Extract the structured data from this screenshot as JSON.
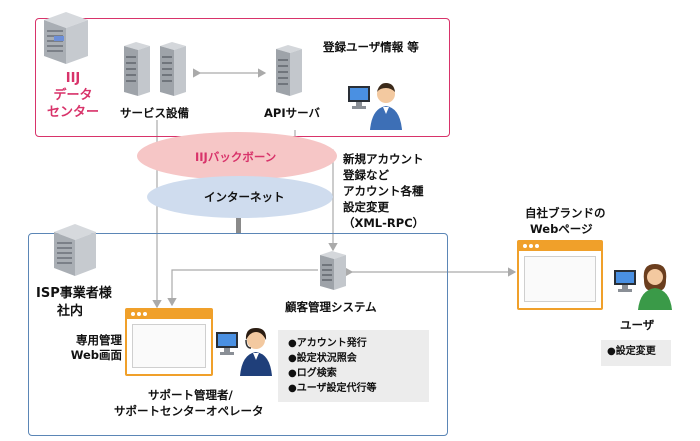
{
  "datacenter": {
    "label_line1": "IIJ",
    "label_line2": "データ",
    "label_line3": "センター"
  },
  "service_facility": {
    "label": "サービス設備"
  },
  "api_server": {
    "label": "APIサーバ"
  },
  "user_registration": {
    "label": "登録ユーザ情報 等"
  },
  "backbone": {
    "label": "IIJバックボーン"
  },
  "internet": {
    "label": "インターネット"
  },
  "api_note": {
    "line1": "新規アカウント",
    "line2": "登録など",
    "line3": "アカウント各種",
    "line4": "設定変更",
    "line5": "（XML-RPC）"
  },
  "isp": {
    "label_line1": "ISP事業者様",
    "label_line2": "社内"
  },
  "admin_screen": {
    "line1": "専用管理",
    "line2": "Web画面"
  },
  "customer_system": {
    "label": "顧客管理システム"
  },
  "operator": {
    "line1": "サポート管理者/",
    "line2": "サポートセンターオペレータ"
  },
  "features": [
    "●アカウント発行",
    "●設定状況照会",
    "●ログ検索",
    "●ユーザ設定代行等"
  ],
  "brand_page": {
    "line1": "自社ブランドの",
    "line2": "Webページ"
  },
  "end_user": {
    "label": "ユーザ"
  },
  "user_feature": {
    "label": "●設定変更"
  },
  "colors": {
    "datacenter_border": "#d8336a",
    "backbone": "#f6c6c6",
    "internet": "#cfdcee",
    "isp_border": "#5b86b6",
    "window_orange": "#f0a02a"
  }
}
